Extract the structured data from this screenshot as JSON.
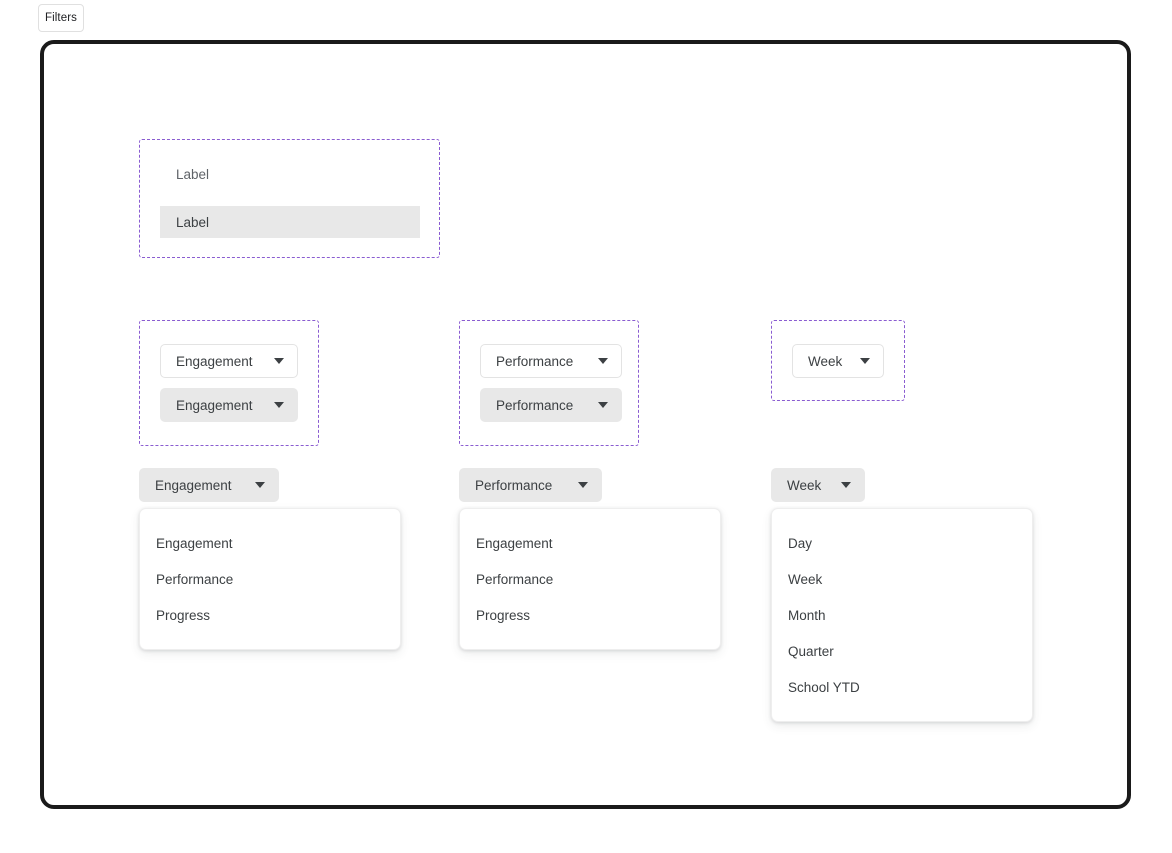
{
  "tab": {
    "filters_label": "Filters"
  },
  "label_group": {
    "plain_label": "Label",
    "filled_label": "Label"
  },
  "triggers": {
    "engagement_outline": "Engagement",
    "engagement_filled": "Engagement",
    "performance_outline": "Performance",
    "performance_filled": "Performance",
    "week_outline": "Week",
    "engagement_open": "Engagement",
    "performance_open": "Performance",
    "week_open": "Week"
  },
  "menus": {
    "metric_options": [
      "Engagement",
      "Performance",
      "Progress"
    ],
    "period_options": [
      "Day",
      "Week",
      "Month",
      "Quarter",
      "School YTD"
    ]
  },
  "colors": {
    "frame_border": "#1a1a1a",
    "annotation_dash": "#8a5cd1",
    "filled_button": "#e8e8e8",
    "text_primary": "#3c4043",
    "text_muted": "#5f6368"
  },
  "icons": {
    "caret": "chevron-down-icon"
  }
}
